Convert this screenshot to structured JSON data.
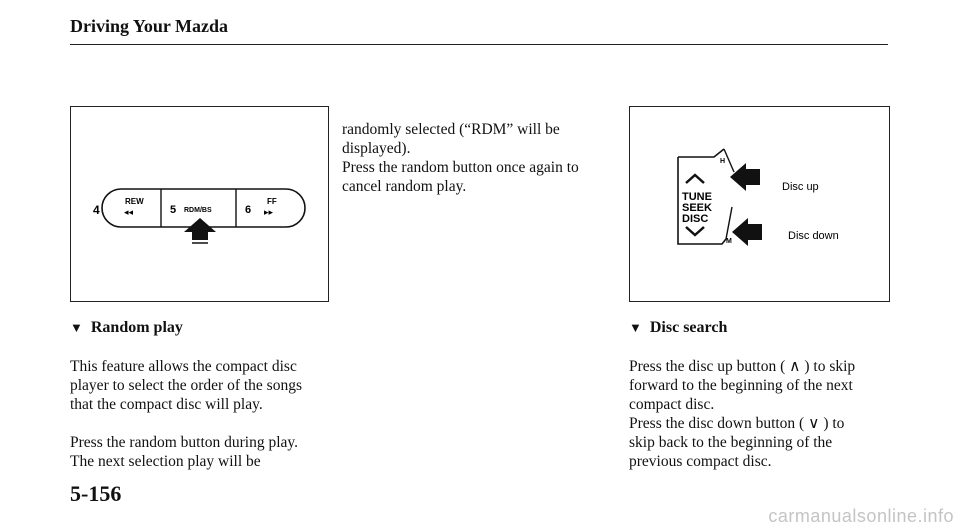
{
  "header": {
    "title": "Driving Your Mazda"
  },
  "figure_random": {
    "buttons": {
      "b4": {
        "number": "4",
        "top": "REW",
        "glyph": "◂◂"
      },
      "b5": {
        "number": "5",
        "label": "RDM/BS"
      },
      "b6": {
        "number": "6",
        "top": "FF",
        "glyph": "▸▸"
      }
    }
  },
  "figure_disc": {
    "knob": {
      "label_line1": "TUNE",
      "label_line2": "SEEK",
      "label_line3": "DISC",
      "up_mark": "H",
      "down_mark": "M"
    },
    "callout_up": "Disc up",
    "callout_down": "Disc down"
  },
  "random_play": {
    "heading": "Random play",
    "para1": "This feature allows the compact disc\nplayer to select the order of the songs\nthat the compact disc will play.",
    "para2": "Press the random button during play.\nThe next selection play will be",
    "para3": "randomly selected (“RDM” will be\ndisplayed).\nPress the random button once again to\ncancel random play."
  },
  "disc_search": {
    "heading": "Disc search",
    "para": "Press the disc up button ( ∧ ) to skip\nforward to the beginning of the next\ncompact disc.\nPress the disc down button ( ∨ ) to\nskip back to the beginning of the\nprevious compact disc."
  },
  "page_number": "5-156",
  "watermark": "carmanualsonline.info"
}
